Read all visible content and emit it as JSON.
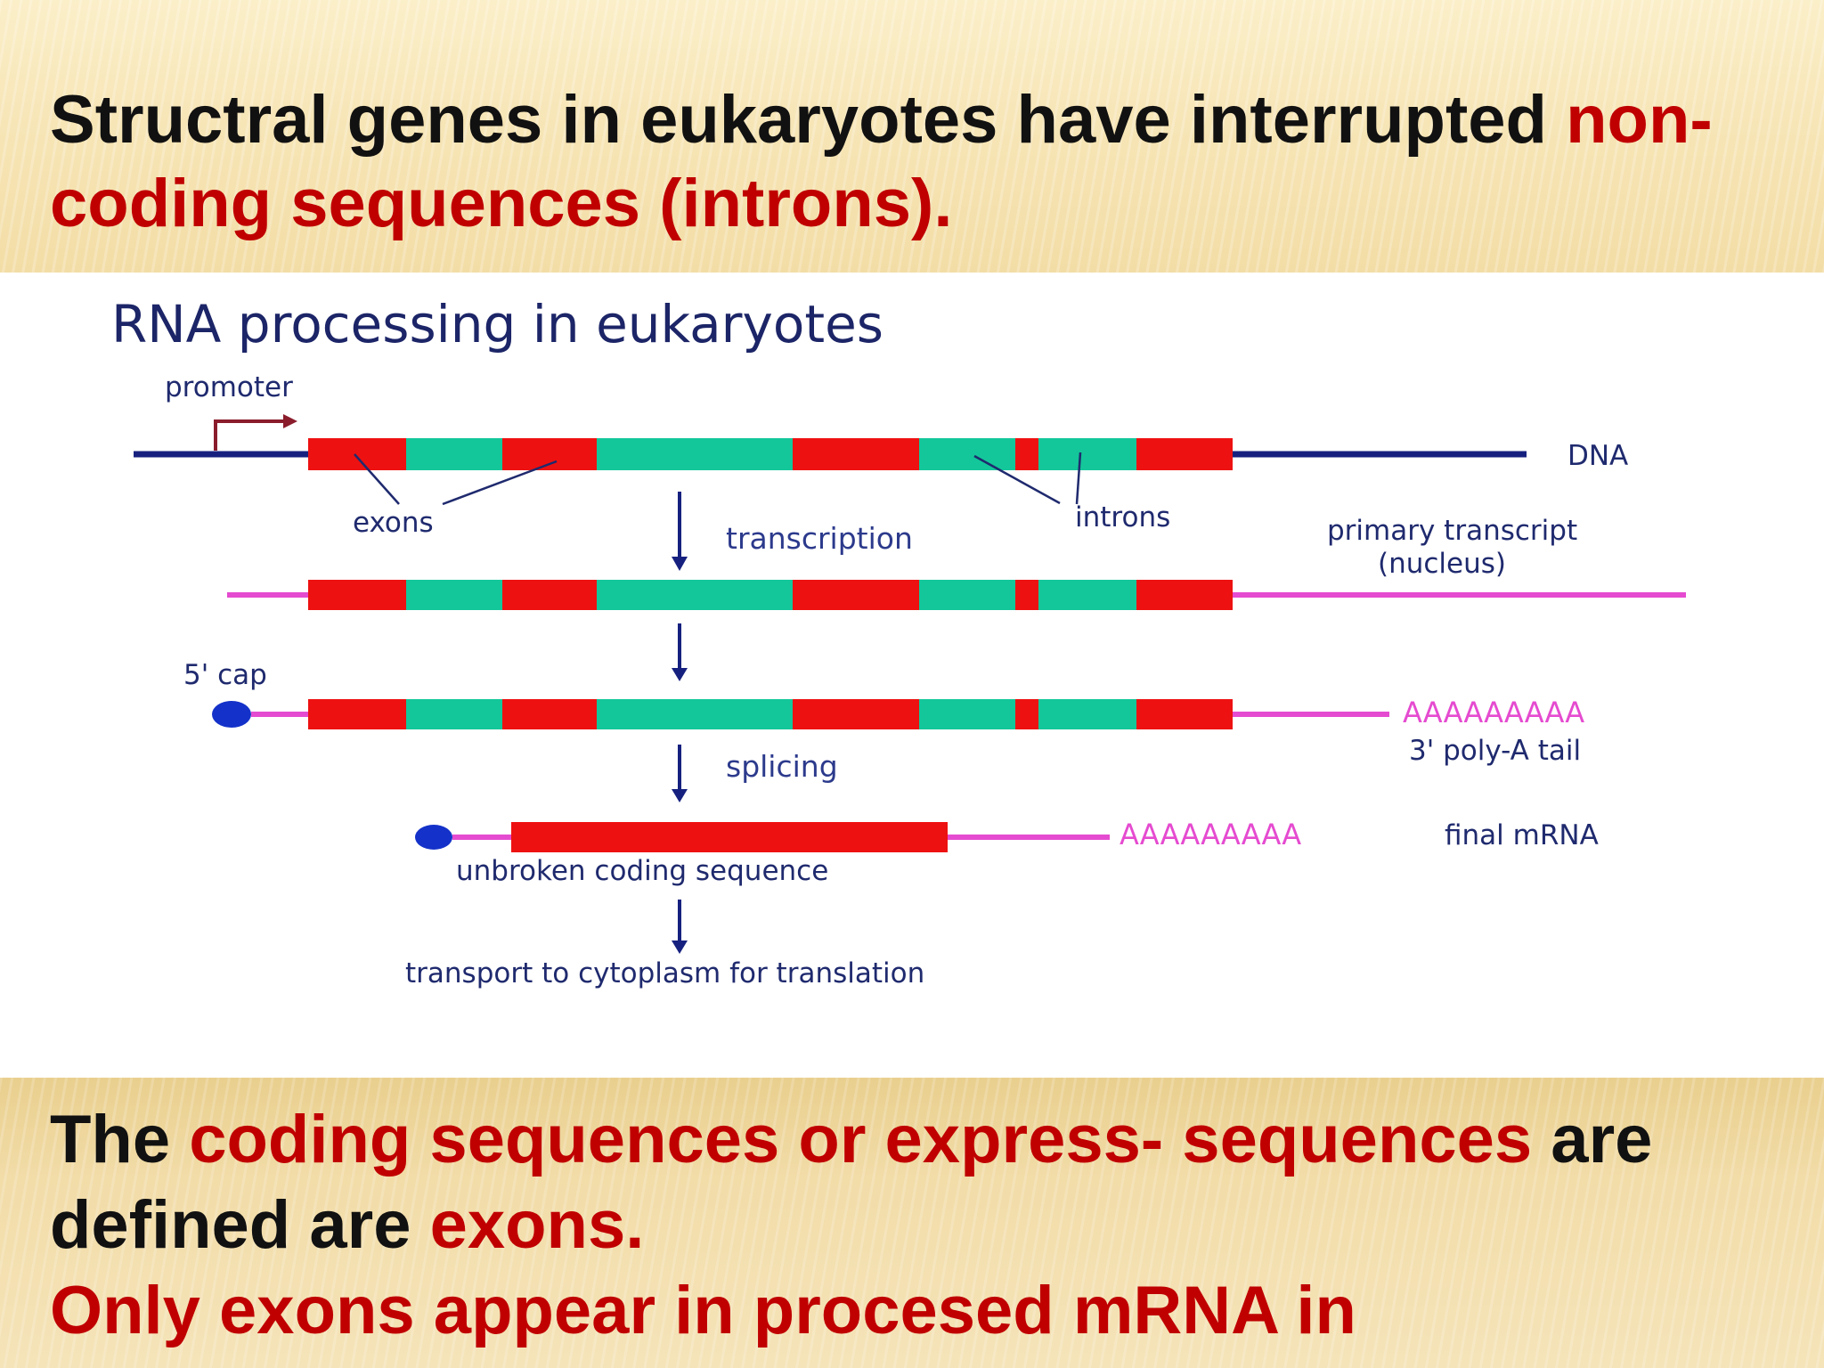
{
  "slide": {
    "title": {
      "part1": "Structral genes in eukaryotes have interrupted ",
      "part2": "non-",
      "part3": "coding sequences (introns)."
    },
    "body": {
      "part1": "The ",
      "part2": "coding sequences or express- sequences",
      "part3": " are",
      "part4": "defined are ",
      "part5": "exons.",
      "part6": "Only exons appear in procesed mRNA in"
    }
  },
  "diagram": {
    "title": "RNA processing in eukaryotes",
    "labels": {
      "promoter": "promoter",
      "dna": "DNA",
      "exons": "exons",
      "introns": "introns",
      "transcription": "transcription",
      "primary_transcript": "primary transcript",
      "nucleus": "(nucleus)",
      "five_cap": "5' cap",
      "poly_a_1": "AAAAAAAAA",
      "poly_a_tail": "3' poly-A tail",
      "splicing": "splicing",
      "poly_a_2": "AAAAAAAAA",
      "final_mrna": "final mRNA",
      "unbroken": "unbroken coding sequence",
      "transport": "transport to cytoplasm for translation"
    },
    "colors": {
      "exon": "#ee1111",
      "intron": "#13c79a",
      "dna_line": "#16217f",
      "rna_line": "#e54bd0",
      "label": "#1f2a6e",
      "title": "#1c2567",
      "promoter_arrow": "#8a1c2b"
    }
  }
}
